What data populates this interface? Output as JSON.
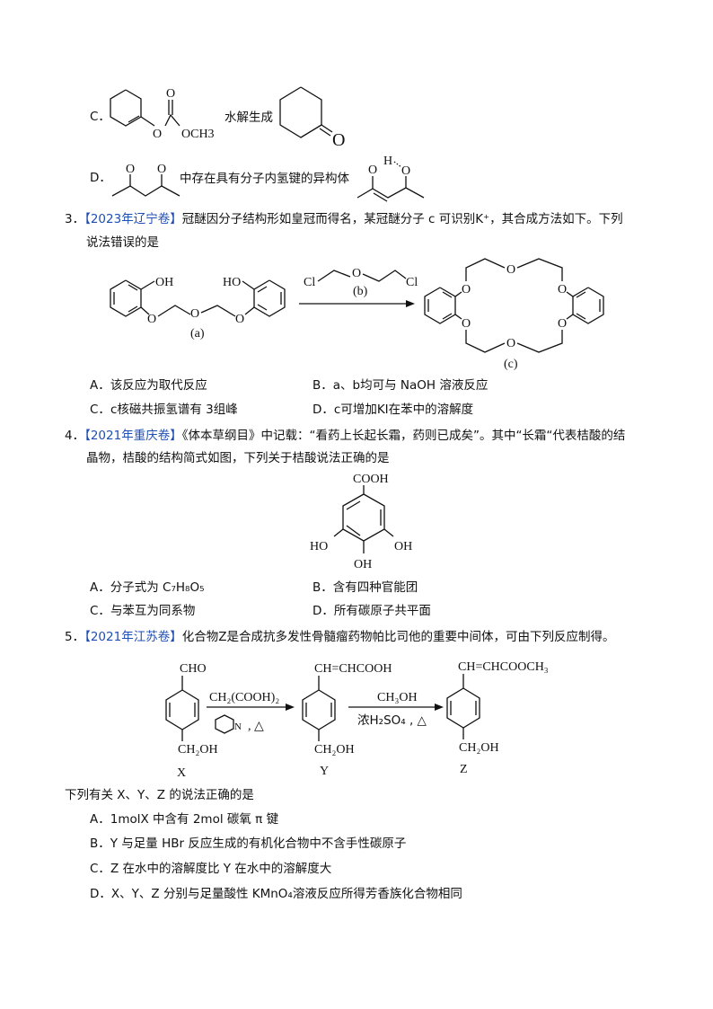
{
  "accent_color": "#1f4fb5",
  "q2_tail": {
    "C": {
      "label": "C．",
      "reactant_o": "O",
      "reactant_och3": "OCH3",
      "text": "水解生成",
      "product_o": "O"
    },
    "D": {
      "label": "D．",
      "o1": "O",
      "o2": "O",
      "text": "中存在具有分子内氢键的异构体",
      "enol_o1": "O",
      "enol_h": "H",
      "enol_o2": "O"
    }
  },
  "q3": {
    "number": "3．",
    "source": "【2023年辽宁卷】",
    "stem_line1": "冠醚因分子结构形如皇冠而得名，某冠醚分子 c 可识别K⁺，其合成方法如下。下列",
    "stem_line2": "说法错误的是",
    "scheme": {
      "a_oh": "OH",
      "a_ho": "HO",
      "o": "O",
      "a_label": "(a)",
      "b_cl": "Cl",
      "b_label": "(b)",
      "c_label": "(c)"
    },
    "options": [
      {
        "label": "A．",
        "text": "该反应为取代反应"
      },
      {
        "label": "B．",
        "text": "a、b均可与 NaOH 溶液反应"
      },
      {
        "label": "C．",
        "text": "c核磁共振氢谱有 3组峰"
      },
      {
        "label": "D．",
        "text": "c可增加KI在苯中的溶解度"
      }
    ]
  },
  "q4": {
    "number": "4．",
    "source": "【2021年重庆卷】",
    "stem_line1": "《体本草纲目》中记载：“看药上长起长霜，药则已成矣”。其中“长霜“代表桔酸的结",
    "stem_line2": "晶物，桔酸的结构简式如图，下列关于桔酸说法正确的是",
    "structure": {
      "cooh": "COOH",
      "ho": "HO",
      "oh_right": "OH",
      "oh_bottom": "OH"
    },
    "options": [
      {
        "label": "A．",
        "text": "分子式为 C₇H₈O₅"
      },
      {
        "label": "B．",
        "text": "含有四种官能团"
      },
      {
        "label": "C．",
        "text": "与苯互为同系物"
      },
      {
        "label": "D．",
        "text": "所有碳原子共平面"
      }
    ]
  },
  "q5": {
    "number": "5．",
    "source": "【2021年江苏卷】",
    "stem": "化合物Z是合成抗多发性骨髓瘤药物帕比司他的重要中间体，可由下列反应制得。",
    "scheme": {
      "x_top": "CHO",
      "x_bottom": "CH₂OH",
      "x_label": "X",
      "reagent1": "CH₂(COOH)₂",
      "pyridine_n": "N",
      "cond1": ", △",
      "y_top": "CH=CHCOOH",
      "y_bottom": "CH₂OH",
      "y_label": "Y",
      "reagent2": "CH₃OH",
      "cond2": "浓H₂SO₄ , △",
      "z_top": "CH=CHCOOCH₃",
      "z_bottom": "CH₂OH",
      "z_label": "Z"
    },
    "question": "下列有关 X、Y、Z 的说法正确的是",
    "options": [
      {
        "label": "A．",
        "text": "1molX 中含有 2mol 碳氧 π 键"
      },
      {
        "label": "B．",
        "text": "Y 与足量 HBr 反应生成的有机化合物中不含手性碳原子"
      },
      {
        "label": "C．",
        "text": "Z 在水中的溶解度比 Y 在水中的溶解度大"
      },
      {
        "label": "D．",
        "text": "X、Y、Z 分别与足量酸性 KMnO₄溶液反应所得芳香族化合物相同"
      }
    ]
  }
}
